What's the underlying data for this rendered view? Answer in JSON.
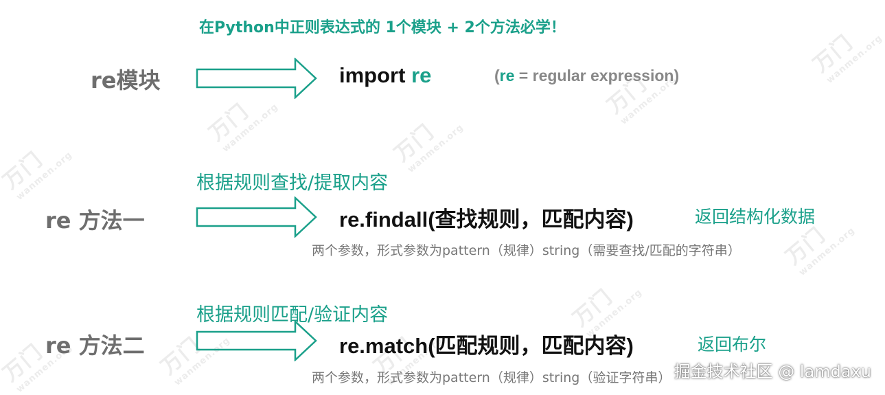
{
  "title": "在Python中正则表达式的 1个模块 + 2个方法必学！",
  "rows": [
    {
      "label": "re模块",
      "code_prefix": "import ",
      "code_highlight": "re",
      "note_open": "(",
      "note_highlight": "re",
      "note_rest": " = regular expression)"
    },
    {
      "label": "re 方法一",
      "subtitle": "根据规则查找/提取内容",
      "code": "re.findall(查找规则，匹配内容)",
      "returns": "返回结构化数据",
      "description": "两个参数，形式参数为pattern（规律）string（需要查找/匹配的字符串）"
    },
    {
      "label": "re 方法二",
      "subtitle": "根据规则匹配/验证内容",
      "code": "re.match(匹配规则，匹配内容)",
      "returns": "返回布尔",
      "description": "两个参数，形式参数为pattern（规律）string（验证字符串）"
    }
  ],
  "footer": "掘金技术社区 @ lamdaxu",
  "colors": {
    "accent": "#1aa08a",
    "label_gray": "#6e6e6e",
    "desc_gray": "#777777"
  }
}
